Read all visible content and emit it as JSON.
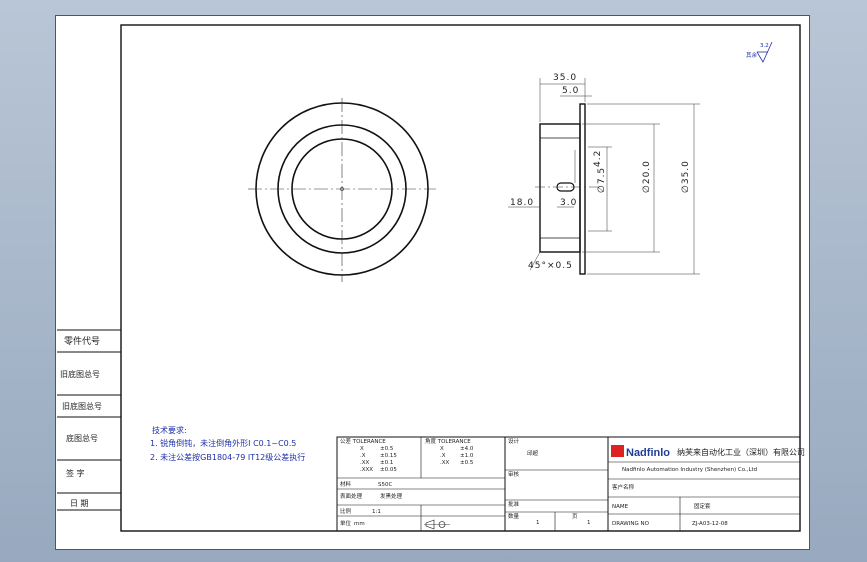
{
  "left_strip": {
    "rows": [
      "零件代号",
      "旧底图总号",
      "旧底图总号",
      "底图总号",
      "签  字",
      "日  期"
    ]
  },
  "surface_finish": {
    "label": "其余",
    "value": "3.2"
  },
  "dimensions": {
    "d_350_top": "35.0",
    "d_50": "5.0",
    "d_42": "4.2",
    "d_180": "18.0",
    "d_30": "3.0",
    "dia_75": "∅7.5",
    "dia_200": "∅20.0",
    "dia_350": "∅35.0",
    "chamfer": "45°×0.5"
  },
  "tech_req": {
    "title": "技术要求:",
    "line1": "1. 锐角倒钝，未注倒角外形Ⅰ C0.1~C0.5",
    "line2": "2. 未注公差按GB1804-79 IT12级公差执行"
  },
  "tolerance_block": {
    "header_left": "公差 TOLERANCE",
    "header_right": "角度 TOLERANCE",
    "rows_left": [
      {
        "k": "X",
        "v": "±0.5"
      },
      {
        "k": ".X",
        "v": "±0.15"
      },
      {
        "k": ".XX",
        "v": "±0.1"
      },
      {
        "k": ".XXX",
        "v": "±0.05"
      }
    ],
    "rows_right": [
      {
        "k": "X",
        "v": "±4.0"
      },
      {
        "k": ".X",
        "v": "±1.0"
      },
      {
        "k": ".XX",
        "v": "±0.5"
      }
    ],
    "material_label": "材料",
    "material_value": "S50C",
    "treatment_label": "表面处理",
    "treatment_value": "发黑处理",
    "scale_label": "比例",
    "scale_value": "1:1",
    "unit_label": "单位",
    "unit_value": "mm"
  },
  "approval": {
    "designed": "设计",
    "designed_value": "邱超",
    "checked": "审核",
    "approved": "批准",
    "qty_label": "数量",
    "qty_value": "1",
    "page_label": "页",
    "page_value": "1"
  },
  "company": {
    "logo": "Nadfinlo",
    "name_cn": "纳芙来自动化工业（深圳）有限公司",
    "name_en": "Nadfinlo Automation Industry (Shenzhen) Co.,Ltd"
  },
  "title_block": {
    "cust_label": "客户名称",
    "name_label": "NAME",
    "name_value": "固定套",
    "drawing_label": "DRAWING NO",
    "drawing_value": "ZJ-A03-12-08"
  }
}
